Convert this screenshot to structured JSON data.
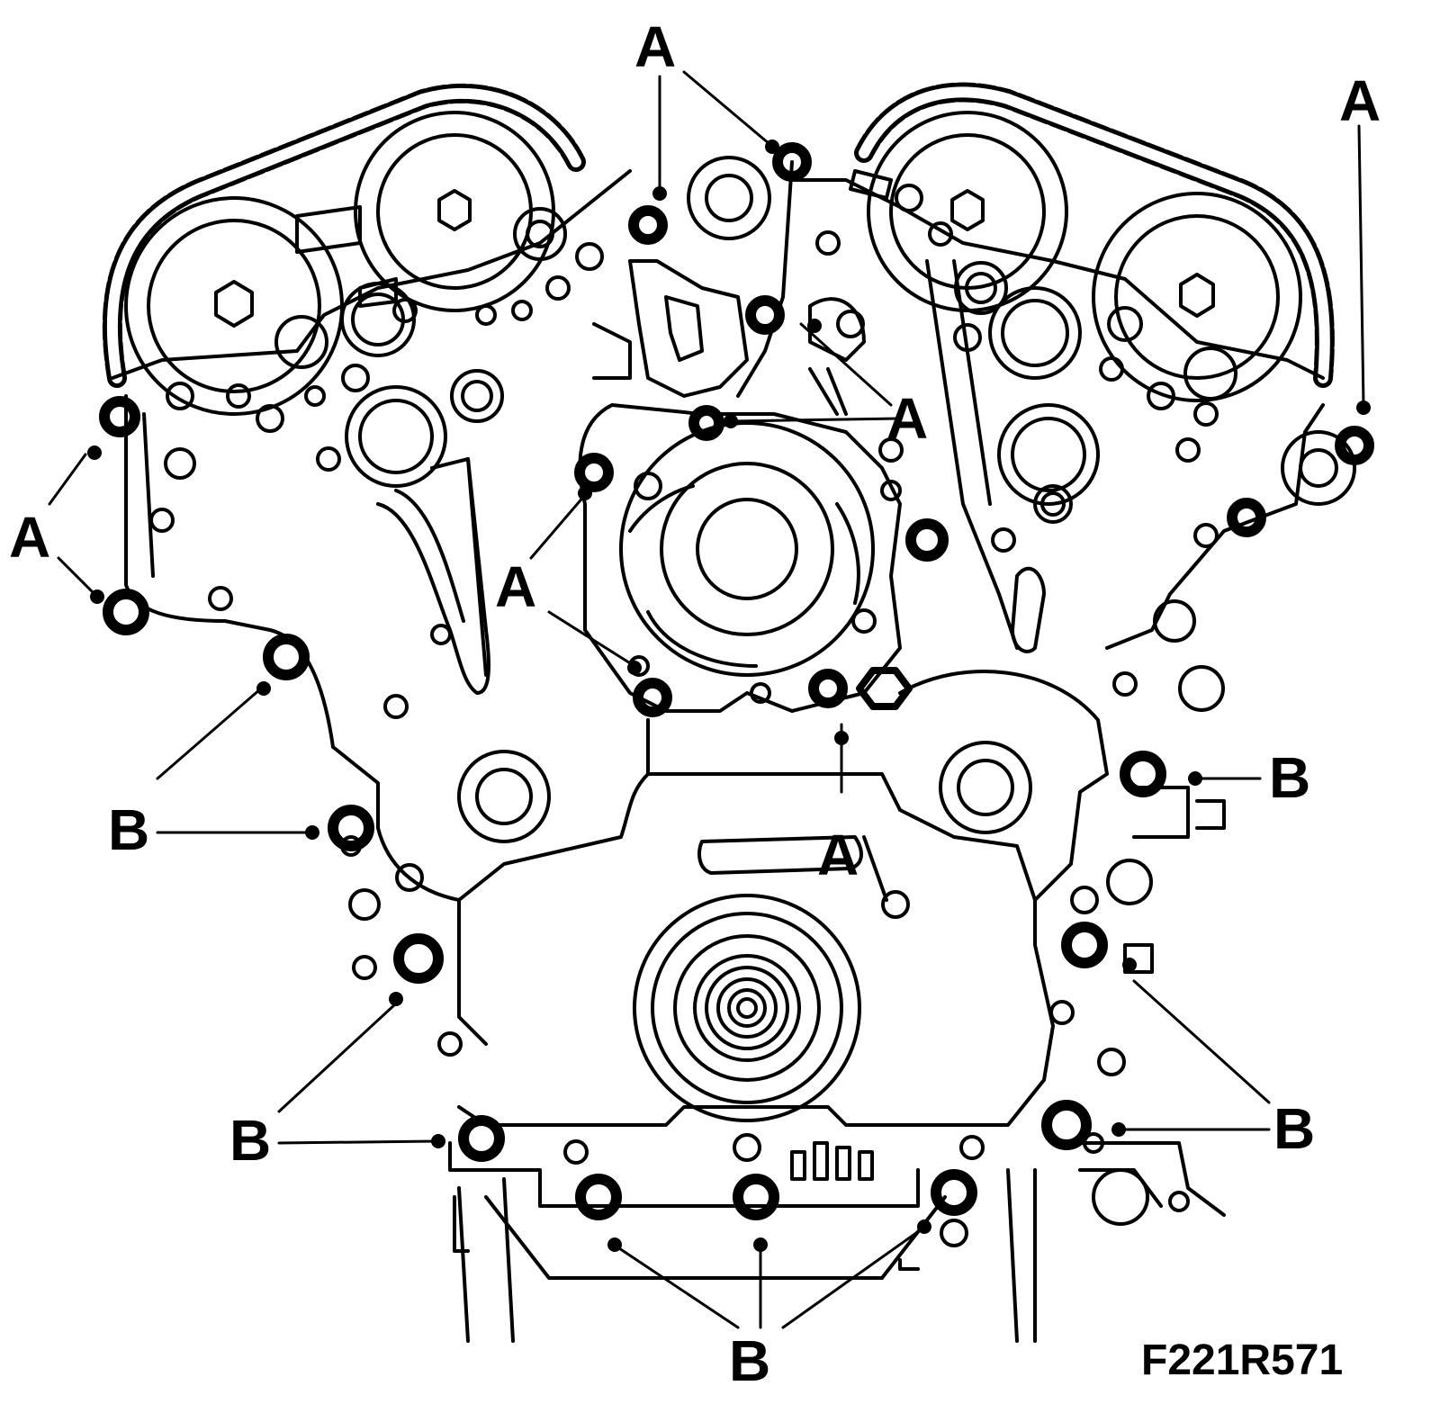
{
  "colors": {
    "ink": "#000000",
    "paper": "#ffffff"
  },
  "callouts": {
    "a_top_center": "A",
    "a_top_right": "A",
    "a_left": "A",
    "a_mid_right": "A",
    "a_mid_left": "A",
    "a_lower_center": "A",
    "b_left_upper": "B",
    "b_left_lower": "B",
    "b_right_upper": "B",
    "b_right_lower": "B",
    "b_bottom": "B"
  },
  "figure_reference": "F221R571",
  "icons": {
    "bolt_a": "bolt-a-icon",
    "bolt_b": "bolt-b-icon"
  }
}
